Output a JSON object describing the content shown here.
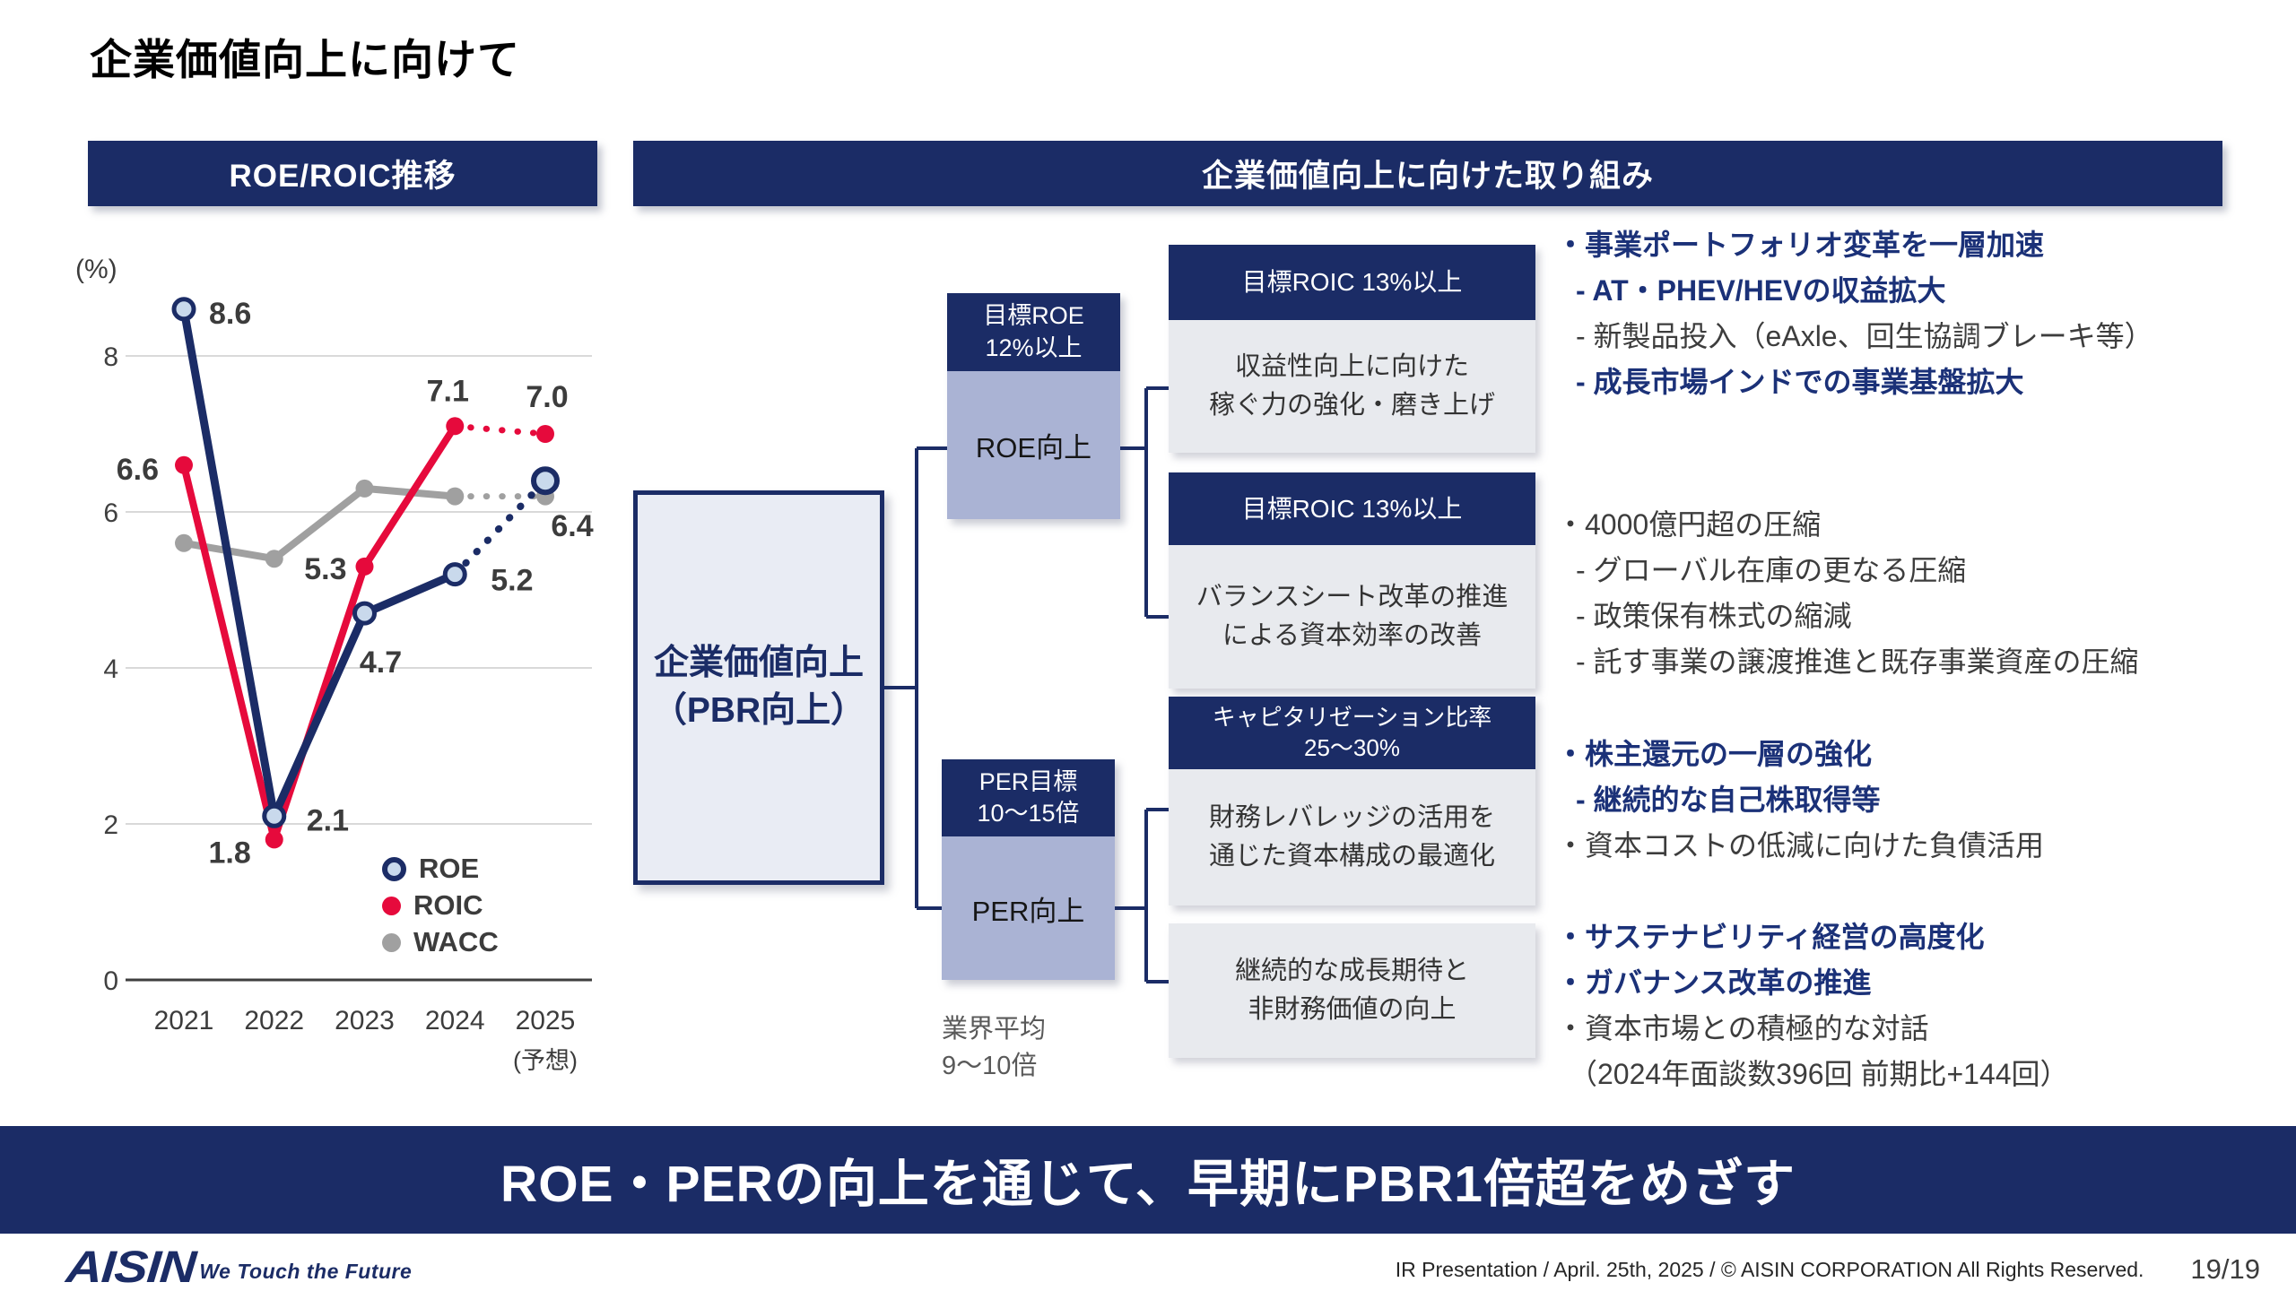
{
  "title": "企業価値向上に向けて",
  "left_panel": {
    "header": "ROE/ROIC推移",
    "unit_label": "(%)"
  },
  "chart_data": {
    "type": "line",
    "title": "ROE/ROIC推移",
    "unit": "%",
    "categories": [
      "2021",
      "2022",
      "2023",
      "2024",
      "2025"
    ],
    "x_note_last_category": "(予想)",
    "ylim": [
      0,
      9
    ],
    "yticks": [
      0,
      2,
      4,
      6,
      8
    ],
    "grid": true,
    "legend_position": "inside-bottom-right",
    "forecast_last_segment_dotted": true,
    "series": [
      {
        "name": "ROE",
        "color": "#1b2c66",
        "marker": "ring",
        "values": [
          8.6,
          2.1,
          4.7,
          5.2,
          6.4
        ],
        "labels": [
          "8.6",
          "2.1",
          "4.7",
          "5.2",
          "6.4"
        ]
      },
      {
        "name": "ROIC",
        "color": "#e60a3c",
        "marker": "dot",
        "values": [
          6.6,
          1.8,
          5.3,
          7.1,
          7.0
        ],
        "labels": [
          "6.6",
          "1.8",
          "5.3",
          "7.1",
          "7.0"
        ]
      },
      {
        "name": "WACC",
        "color": "#a0a0a0",
        "marker": "dot",
        "values": [
          5.6,
          5.4,
          6.3,
          6.2,
          6.2
        ],
        "labels": []
      }
    ]
  },
  "right_panel": {
    "header": "企業価値向上に向けた取り組み",
    "root_box": {
      "line1": "企業価値向上",
      "line2": "（PBR向上）"
    },
    "roe_group": {
      "target_line1": "目標ROE",
      "target_line2": "12%以上",
      "label": "ROE向上"
    },
    "per_group": {
      "target_line1": "PER目標",
      "target_line2": "10〜15倍",
      "label": "PER向上"
    },
    "industry_note": {
      "line1": "業界平均",
      "line2": "9〜10倍"
    },
    "measure_boxes": [
      {
        "header_line1": "目標ROIC 13%以上",
        "header_line2": "",
        "body_line1": "収益性向上に向けた",
        "body_line2": "稼ぐ力の強化・磨き上げ"
      },
      {
        "header_line1": "目標ROIC 13%以上",
        "header_line2": "",
        "body_line1": "バランスシート改革の推進",
        "body_line2": "による資本効率の改善"
      },
      {
        "header_line1": "キャピタリゼーション比率",
        "header_line2": "25〜30%",
        "body_line1": "財務レバレッジの活用を",
        "body_line2": "通じた資本構成の最適化"
      },
      {
        "header_line1": "",
        "header_line2": "",
        "body_line1": "継続的な成長期待と",
        "body_line2": "非財務価値の向上"
      }
    ],
    "bullet_blocks": [
      {
        "lines": [
          {
            "text": "・事業ポートフォリオ変革を一層加速",
            "emphasis": true,
            "indent": 0
          },
          {
            "text": "- AT・PHEV/HEVの収益拡大",
            "emphasis": true,
            "indent": 1
          },
          {
            "text": "- 新製品投入（eAxle、回生協調ブレーキ等）",
            "emphasis": false,
            "indent": 1
          },
          {
            "text": "- 成長市場インドでの事業基盤拡大",
            "emphasis": true,
            "indent": 1
          }
        ]
      },
      {
        "lines": [
          {
            "text": "・4000億円超の圧縮",
            "emphasis": false,
            "indent": 0
          },
          {
            "text": "- グローバル在庫の更なる圧縮",
            "emphasis": false,
            "indent": 1
          },
          {
            "text": "- 政策保有株式の縮減",
            "emphasis": false,
            "indent": 1
          },
          {
            "text": "- 託す事業の譲渡推進と既存事業資産の圧縮",
            "emphasis": false,
            "indent": 1
          }
        ]
      },
      {
        "lines": [
          {
            "text": "・株主還元の一層の強化",
            "emphasis": true,
            "indent": 0
          },
          {
            "text": "- 継続的な自己株取得等",
            "emphasis": true,
            "indent": 1
          },
          {
            "text": "・資本コストの低減に向けた負債活用",
            "emphasis": false,
            "indent": 0
          }
        ]
      },
      {
        "lines": [
          {
            "text": "・サステナビリティ経営の高度化",
            "emphasis": true,
            "indent": 0
          },
          {
            "text": "・ガバナンス改革の推進",
            "emphasis": true,
            "indent": 0
          },
          {
            "text": "・資本市場との積極的な対話",
            "emphasis": false,
            "indent": 0
          },
          {
            "text": "（2024年面談数396回  前期比+144回）",
            "emphasis": false,
            "indent": 2
          }
        ]
      }
    ]
  },
  "banner": {
    "text": "ROE・PERの向上を通じて、早期にPBR1倍超をめざす"
  },
  "footer": {
    "logo": "AISIN",
    "tagline": "We Touch the Future",
    "credit": "IR Presentation / April. 25th, 2025 / © AISIN CORPORATION All Rights Reserved.",
    "page": "19/19"
  },
  "colors": {
    "navy": "#1b2c66",
    "accent_red": "#e60a3c",
    "wacc_gray": "#a0a0a0",
    "lavender": "#aab3d4",
    "root_box_fill": "#e9ecf4",
    "measure_body_fill": "#e8eaee",
    "emphasis_text": "#1b3178",
    "chart_label_text": "#3c3c3c"
  }
}
